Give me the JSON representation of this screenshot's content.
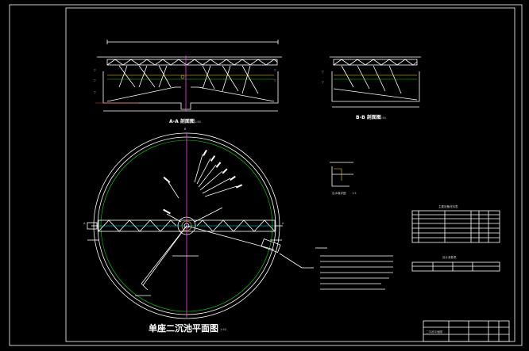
{
  "drawing": {
    "plan_title": "单座二沉池平面图",
    "plan_scale": "1:50",
    "section_aa_title": "A-A 剖面图",
    "section_aa_scale": "1:50",
    "section_bb_title": "B-B 剖面图",
    "section_bb_scale": "1:50",
    "detail_title": "出水堰详图",
    "detail_scale": "1:5",
    "table1_title": "主要设备材料表",
    "table2_title": "设计参数表",
    "title_block_name": "二沉池平面图",
    "section_mark_a": "A",
    "section_mark_b": "B"
  },
  "colors": {
    "background": "#000000",
    "line_white": "#ffffff",
    "line_yellow": "#ffd400",
    "line_magenta": "#ff3cf0",
    "line_green": "#00e000",
    "line_cyan": "#00e5ff",
    "line_red": "#ff3030"
  }
}
